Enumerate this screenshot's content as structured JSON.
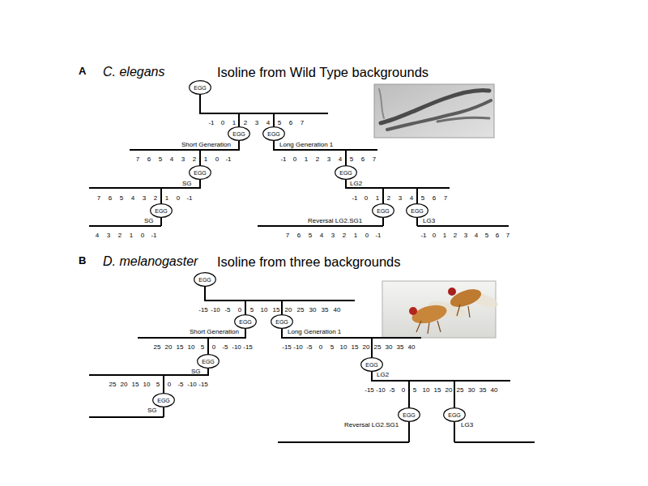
{
  "diagram": {
    "nodes": [
      {
        "text": [
          "EGG"
        ]
      },
      {
        "text": [
          "EGG",
          "Short Generation"
        ]
      },
      {
        "text": [
          "EGG",
          "Long Generation 1"
        ]
      },
      {
        "text": [
          "EGG",
          "SG"
        ]
      },
      {
        "text": [
          "EGG",
          "LG2"
        ]
      },
      {
        "text": [
          "EGG",
          "SG"
        ]
      },
      {
        "text": [
          "EGG",
          "Reversal LG2.SG1"
        ]
      },
      {
        "text": [
          "EGG",
          "LG3"
        ]
      },
      {
        "text": [
          "EGG"
        ]
      },
      {
        "text": [
          "EGG",
          "Short Generation"
        ]
      },
      {
        "text": [
          "EGG",
          "Long Generation 1"
        ]
      },
      {
        "text": [
          "EGG",
          "SG"
        ]
      },
      {
        "text": [
          "EGG",
          "LG2"
        ]
      },
      {
        "text": [
          "EGG",
          "SG"
        ]
      },
      {
        "text": [
          "EGG",
          "Reversal LG2.SG1"
        ]
      },
      {
        "text": [
          "EGG",
          "LG3"
        ]
      }
    ],
    "edges": [
      {
        "from": 0,
        "to": 1,
        "arrow": "none"
      },
      {
        "from": 0,
        "to": 2,
        "arrow": "none"
      },
      {
        "from": 1,
        "to": 3,
        "arrow": "none"
      },
      {
        "from": 2,
        "to": 4,
        "arrow": "none"
      },
      {
        "from": 3,
        "to": 5,
        "arrow": "none"
      },
      {
        "from": 4,
        "to": 6,
        "arrow": "none"
      },
      {
        "from": 4,
        "to": 7,
        "arrow": "none"
      },
      {
        "from": 8,
        "to": 9,
        "arrow": "none"
      },
      {
        "from": 8,
        "to": 10,
        "arrow": "none"
      },
      {
        "from": 9,
        "to": 11,
        "arrow": "none"
      },
      {
        "from": 10,
        "to": 12,
        "arrow": "none"
      },
      {
        "from": 11,
        "to": 13,
        "arrow": "none"
      },
      {
        "from": 12,
        "to": 14,
        "arrow": "none"
      },
      {
        "from": 12,
        "to": 15,
        "arrow": "none"
      }
    ],
    "labels": [
      "A",
      "C. elegans",
      "Isoline from Wild Type backgrounds",
      "-1",
      "0",
      "1",
      "2",
      "3",
      "4",
      "5",
      "6",
      "7",
      "7",
      "6",
      "5",
      "4",
      "3",
      "2",
      "1",
      "0",
      "-1",
      "-1",
      "0",
      "1",
      "2",
      "3",
      "4",
      "5",
      "6",
      "7",
      "7",
      "6",
      "5",
      "4",
      "3",
      "2",
      "1",
      "0",
      "-1",
      "-1",
      "0",
      "1",
      "2",
      "3",
      "4",
      "5",
      "6",
      "7",
      "4",
      "3",
      "2",
      "1",
      "0",
      "-1",
      "7",
      "6",
      "5",
      "4",
      "3",
      "2",
      "1",
      "0",
      "-1",
      "-1",
      "0",
      "1",
      "2",
      "3",
      "4",
      "5",
      "6",
      "7",
      "B",
      "D. melanogaster",
      "Isoline from three backgrounds",
      "-15",
      "-10",
      "-5",
      "0",
      "5",
      "10",
      "15",
      "20",
      "25",
      "30",
      "35",
      "40",
      "25",
      "20",
      "15",
      "10",
      "5",
      "0",
      "-5",
      "-10",
      "-15",
      "-15",
      "-10",
      "-5",
      "0",
      "5",
      "10",
      "15",
      "20",
      "25",
      "30",
      "35",
      "40",
      "25",
      "20",
      "15",
      "10",
      "5",
      "0",
      "-5",
      "-10",
      "-15",
      "-15",
      "-10",
      "-5",
      "0",
      "5",
      "10",
      "15",
      "20",
      "25",
      "30",
      "35",
      "40"
    ]
  }
}
